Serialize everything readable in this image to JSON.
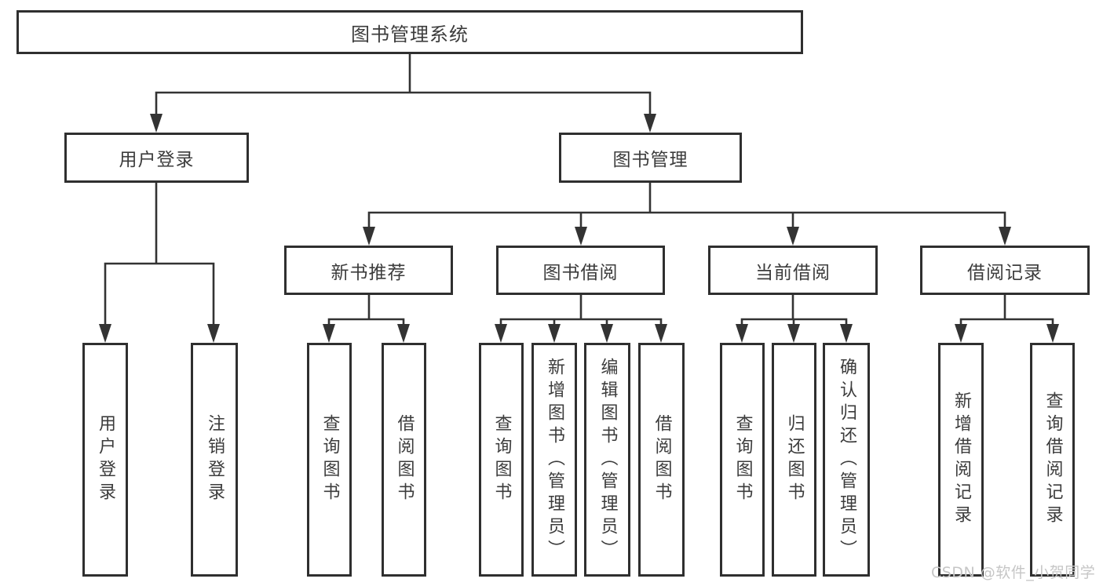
{
  "diagram": {
    "root": "图书管理系统",
    "login": {
      "label": "用户登录",
      "children": [
        "用户登录",
        "注销登录"
      ]
    },
    "mgmt": {
      "label": "图书管理",
      "groups": [
        {
          "label": "新书推荐",
          "children": [
            "查询图书",
            "借阅图书"
          ]
        },
        {
          "label": "图书借阅",
          "children": [
            "查询图书",
            "新增图书（管理员）",
            "编辑图书（管理员）",
            "借阅图书"
          ]
        },
        {
          "label": "当前借阅",
          "children": [
            "查询图书",
            "归还图书",
            "确认归还（管理员）"
          ]
        },
        {
          "label": "借阅记录",
          "children": [
            "新增借阅记录",
            "查询借阅记录"
          ]
        }
      ]
    }
  },
  "watermark": "CSDN @软件_小贺同学",
  "colors": {
    "line": "#333333",
    "border": "#2f2f2f",
    "text": "#3c3c3c",
    "watermark": "#c6c6c6",
    "background": "#ffffff"
  }
}
